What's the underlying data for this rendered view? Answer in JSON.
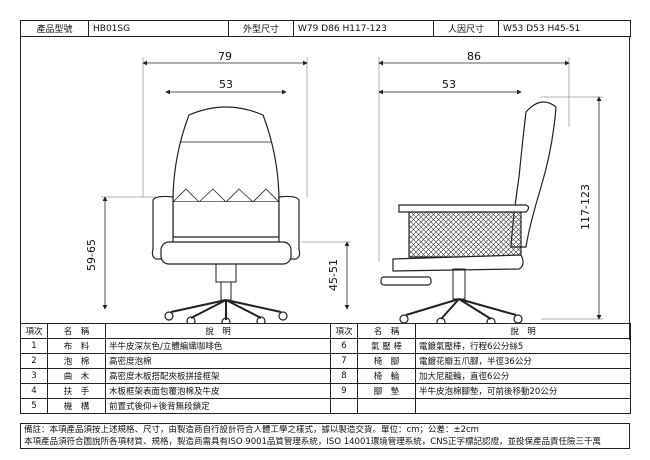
{
  "header": {
    "product_no_label": "產品型號",
    "product_no": "HB01SG",
    "size_label": "外型尺寸",
    "size_value": "W79 D86 H117-123",
    "ergo_label": "人因尺寸",
    "ergo_value": "W53 D53 H45-51"
  },
  "dimensions": {
    "front_width": "79",
    "front_seat_width": "53",
    "side_depth": "86",
    "side_seat_depth": "53",
    "height_range": "117-123",
    "arm_height": "59-65",
    "seat_height": "45-51"
  },
  "spec_table": {
    "col_no": "項次",
    "col_name": "名　稱",
    "col_desc": "說　明",
    "left_rows": [
      {
        "no": "1",
        "name": "布　料",
        "desc": "半牛皮深灰色/立體編織咖啡色"
      },
      {
        "no": "2",
        "name": "泡　棉",
        "desc": "高密度泡棉"
      },
      {
        "no": "3",
        "name": "曲　木",
        "desc": "高密度木板搭配夾板拼接框架"
      },
      {
        "no": "4",
        "name": "扶　手",
        "desc": "木板框架表面包覆泡棉及牛皮"
      },
      {
        "no": "5",
        "name": "機　構",
        "desc": "前置式後仰+後背無段鎖定"
      }
    ],
    "right_rows": [
      {
        "no": "6",
        "name": "氣 壓 棒",
        "desc": "電鍍氣壓棒，行程6公分絲5"
      },
      {
        "no": "7",
        "name": "椅　腳",
        "desc": "電鍍花瓣五爪腳，半徑36公分"
      },
      {
        "no": "8",
        "name": "椅　輪",
        "desc": "加大尼龍輪，直徑6公分"
      },
      {
        "no": "9",
        "name": "腳　墊",
        "desc": "半牛皮泡棉腳墊，可前後移動20公分"
      }
    ]
  },
  "notes": {
    "line1": "備註：本項產品須按上述規格、尺寸，由製造商自行設計符合人體工學之樣式，據以製造交貨。單位：cm；公差：±2cm",
    "line2": "本項產品須符合圖說所各項材質、規格，製造商需具有ISO 9001品質管理系統，ISO 14001環境管理系統，CNS正字標記認證，並投保產品責任險三千萬"
  }
}
